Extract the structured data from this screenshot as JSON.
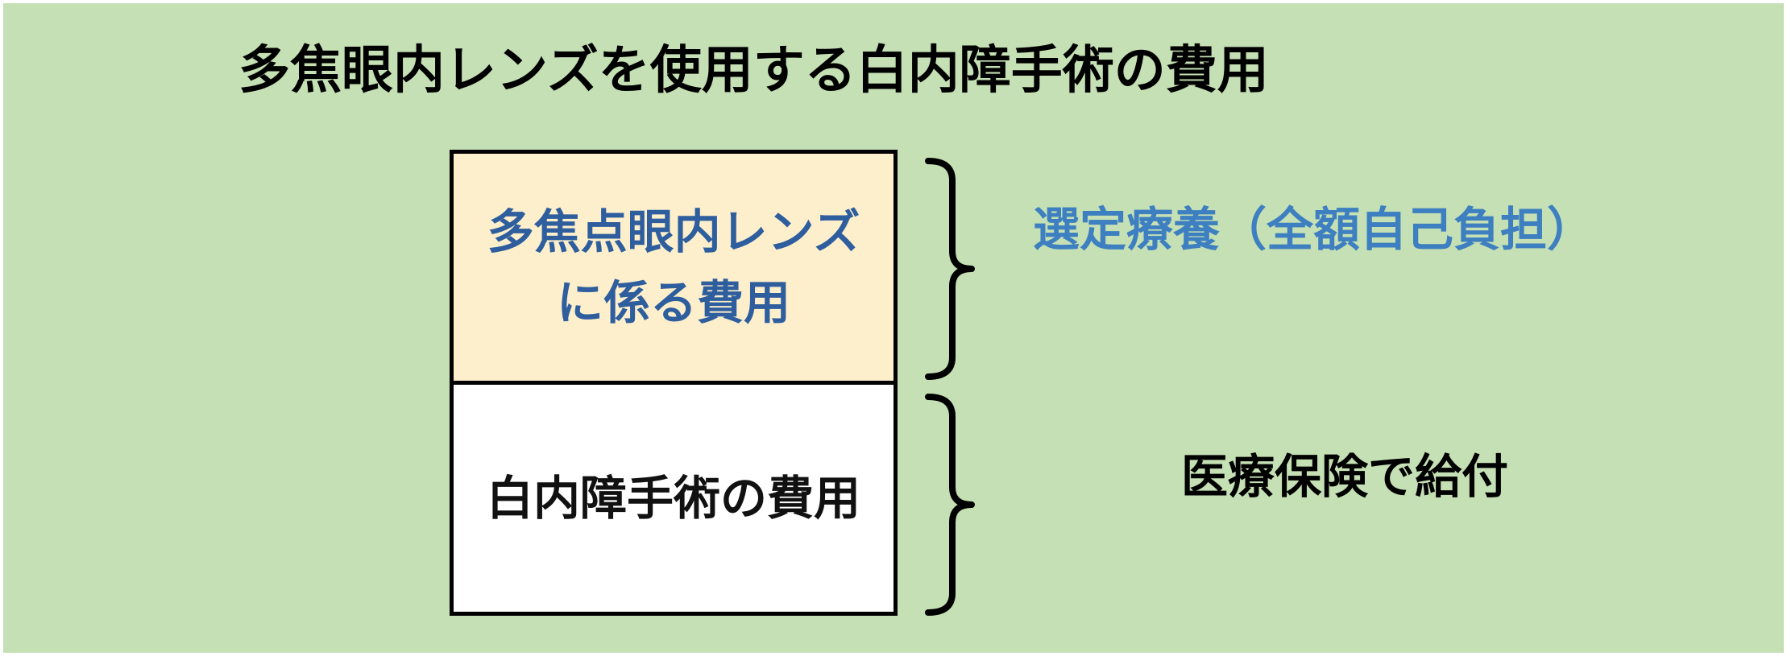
{
  "title": "多焦眼内レンズを使用する白内障手術の費用",
  "upper_block": {
    "line1": "多焦点眼内レンズ",
    "line2": "に係る費用"
  },
  "lower_block": {
    "text": "白内障手術の費用"
  },
  "upper_label": "選定療養（全額自己負担）",
  "lower_label": "医療保険で給付",
  "colors": {
    "background": "#c5e0b4",
    "upper_block_fill": "#fdefcb",
    "lower_block_fill": "#ffffff",
    "upper_text": "#2e5e9e",
    "upper_label_text": "#3d7fc0",
    "border": "#000000"
  }
}
